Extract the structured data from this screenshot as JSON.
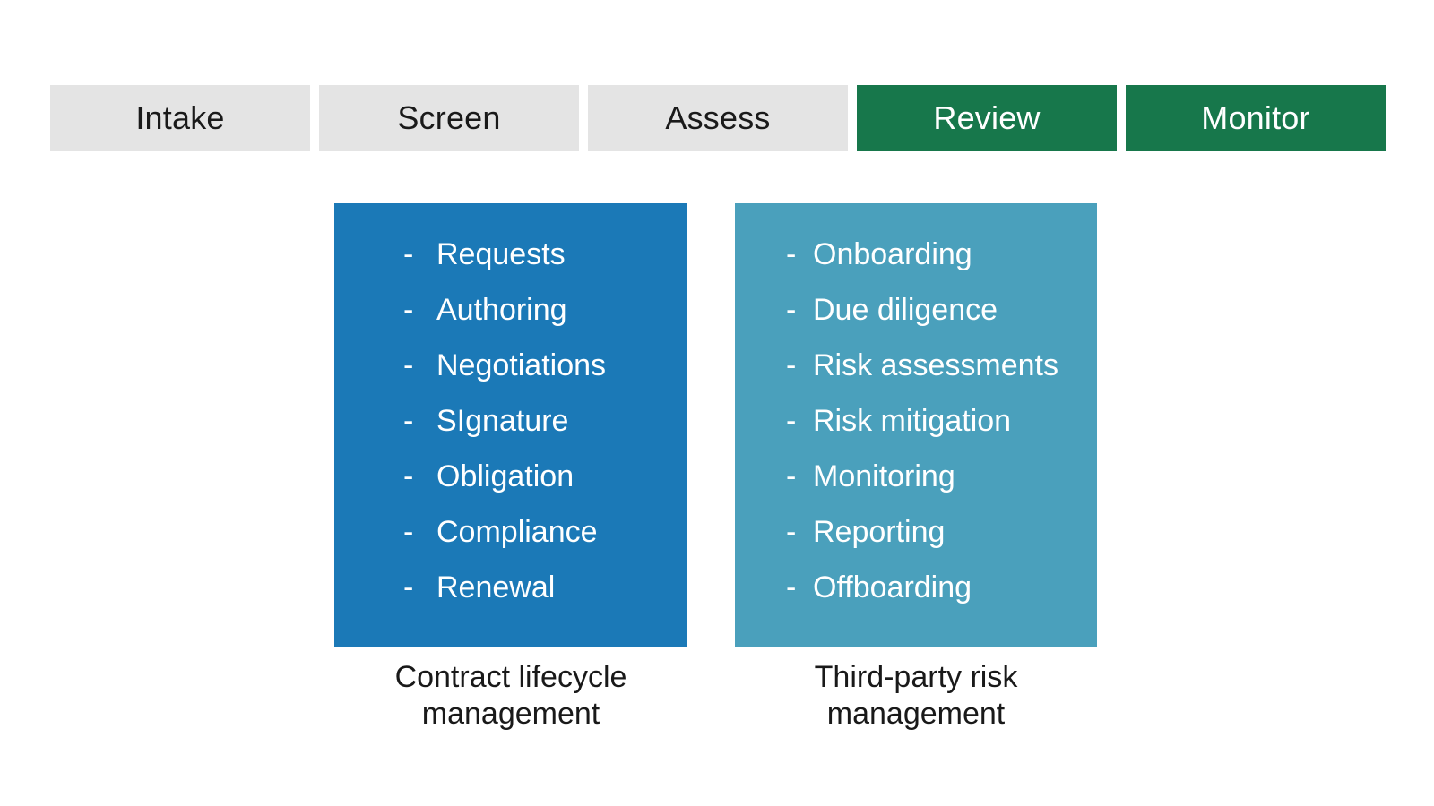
{
  "stage_bar": {
    "stages": [
      {
        "label": "Intake",
        "state": "inactive"
      },
      {
        "label": "Screen",
        "state": "inactive"
      },
      {
        "label": "Assess",
        "state": "inactive"
      },
      {
        "label": "Review",
        "state": "active"
      },
      {
        "label": "Monitor",
        "state": "active"
      }
    ]
  },
  "panels": [
    {
      "id": "contract-lifecycle-management",
      "caption": "Contract lifecycle management",
      "bullet": "-",
      "items": [
        "Requests",
        "Authoring",
        "Negotiations",
        "SIgnature",
        "Obligation",
        "Compliance",
        "Renewal"
      ]
    },
    {
      "id": "third-party-risk-management",
      "caption": "Third-party risk management",
      "bullet": "-",
      "items": [
        "Onboarding",
        "Due diligence",
        "Risk assessments",
        "Risk mitigation",
        "Monitoring",
        "Reporting",
        "Offboarding"
      ]
    }
  ],
  "colors": {
    "page_bg": "#ffffff",
    "stage_inactive_bg": "#e4e4e4",
    "stage_inactive_text": "#1a1a1a",
    "stage_active_bg": "#17774b",
    "stage_active_text": "#ffffff",
    "panel_clm_bg": "#1b79b7",
    "panel_tprm_bg": "#4aa0bc",
    "panel_text": "#ffffff",
    "caption_text": "#191919"
  }
}
